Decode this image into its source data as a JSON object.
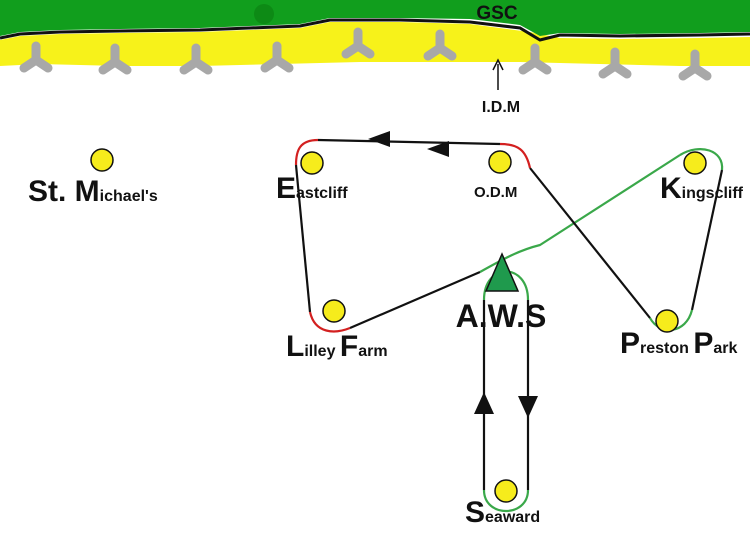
{
  "header": {
    "name": "GSC"
  },
  "marker": {
    "name": "I.D.M"
  },
  "stations": [
    {
      "id": "st-michaels",
      "initial": "St. M",
      "rest": "ichael's"
    },
    {
      "id": "eastcliff",
      "initial": "E",
      "rest": "astcliff"
    },
    {
      "id": "odm",
      "initial": "O.D.M",
      "rest": ""
    },
    {
      "id": "kingscliff",
      "initial": "K",
      "rest": "ingscliff"
    },
    {
      "id": "lilley-farm",
      "initial": "L",
      "rest": "illey ",
      "initial2": "F",
      "rest2": "arm"
    },
    {
      "id": "preston-park",
      "initial": "P",
      "rest": "reston ",
      "initial2": "P",
      "rest2": "ark"
    },
    {
      "id": "seaward",
      "initial": "S",
      "rest": "eaward"
    }
  ],
  "hub": {
    "name": "A.W.S"
  },
  "colors": {
    "grass": "#119e1d",
    "sand": "#f7f21a",
    "station": "#f6ec1c",
    "hub": "#1f9a4d",
    "track": "#111111",
    "red_segment": "#d32020",
    "green_segment": "#3aa84a",
    "groyne": "#a8a8a8"
  }
}
